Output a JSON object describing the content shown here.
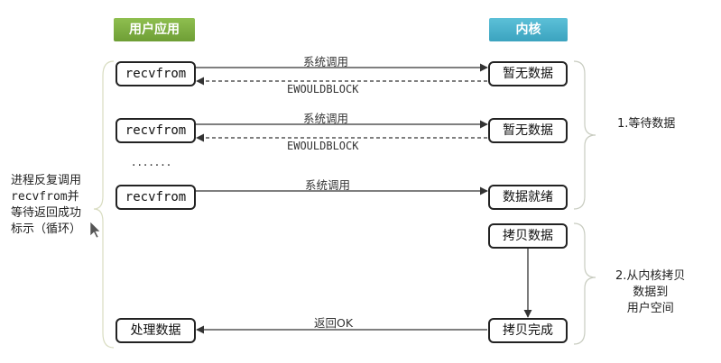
{
  "headers": {
    "user_app": "用户应用",
    "kernel": "内核"
  },
  "user_boxes": [
    "recvfrom",
    "recvfrom",
    "recvfrom",
    "处理数据"
  ],
  "kernel_boxes": [
    "暂无数据",
    "暂无数据",
    "数据就绪",
    "拷贝数据",
    "拷贝完成"
  ],
  "arrows": {
    "syscall": "系统调用",
    "ewouldblock": "EWOULDBLOCK",
    "return_ok": "返回OK"
  },
  "ellipsis": ".......",
  "left_note": [
    "进程反复调用",
    "recvfrom并",
    "等待返回成功",
    "标示（循环）"
  ],
  "phases": {
    "phase1": "1.等待数据",
    "phase2": [
      "2.从内核拷贝",
      "数据到",
      "用户空间"
    ]
  },
  "colors": {
    "user_header": "#7aa93f",
    "kernel_header": "#46aec8"
  }
}
